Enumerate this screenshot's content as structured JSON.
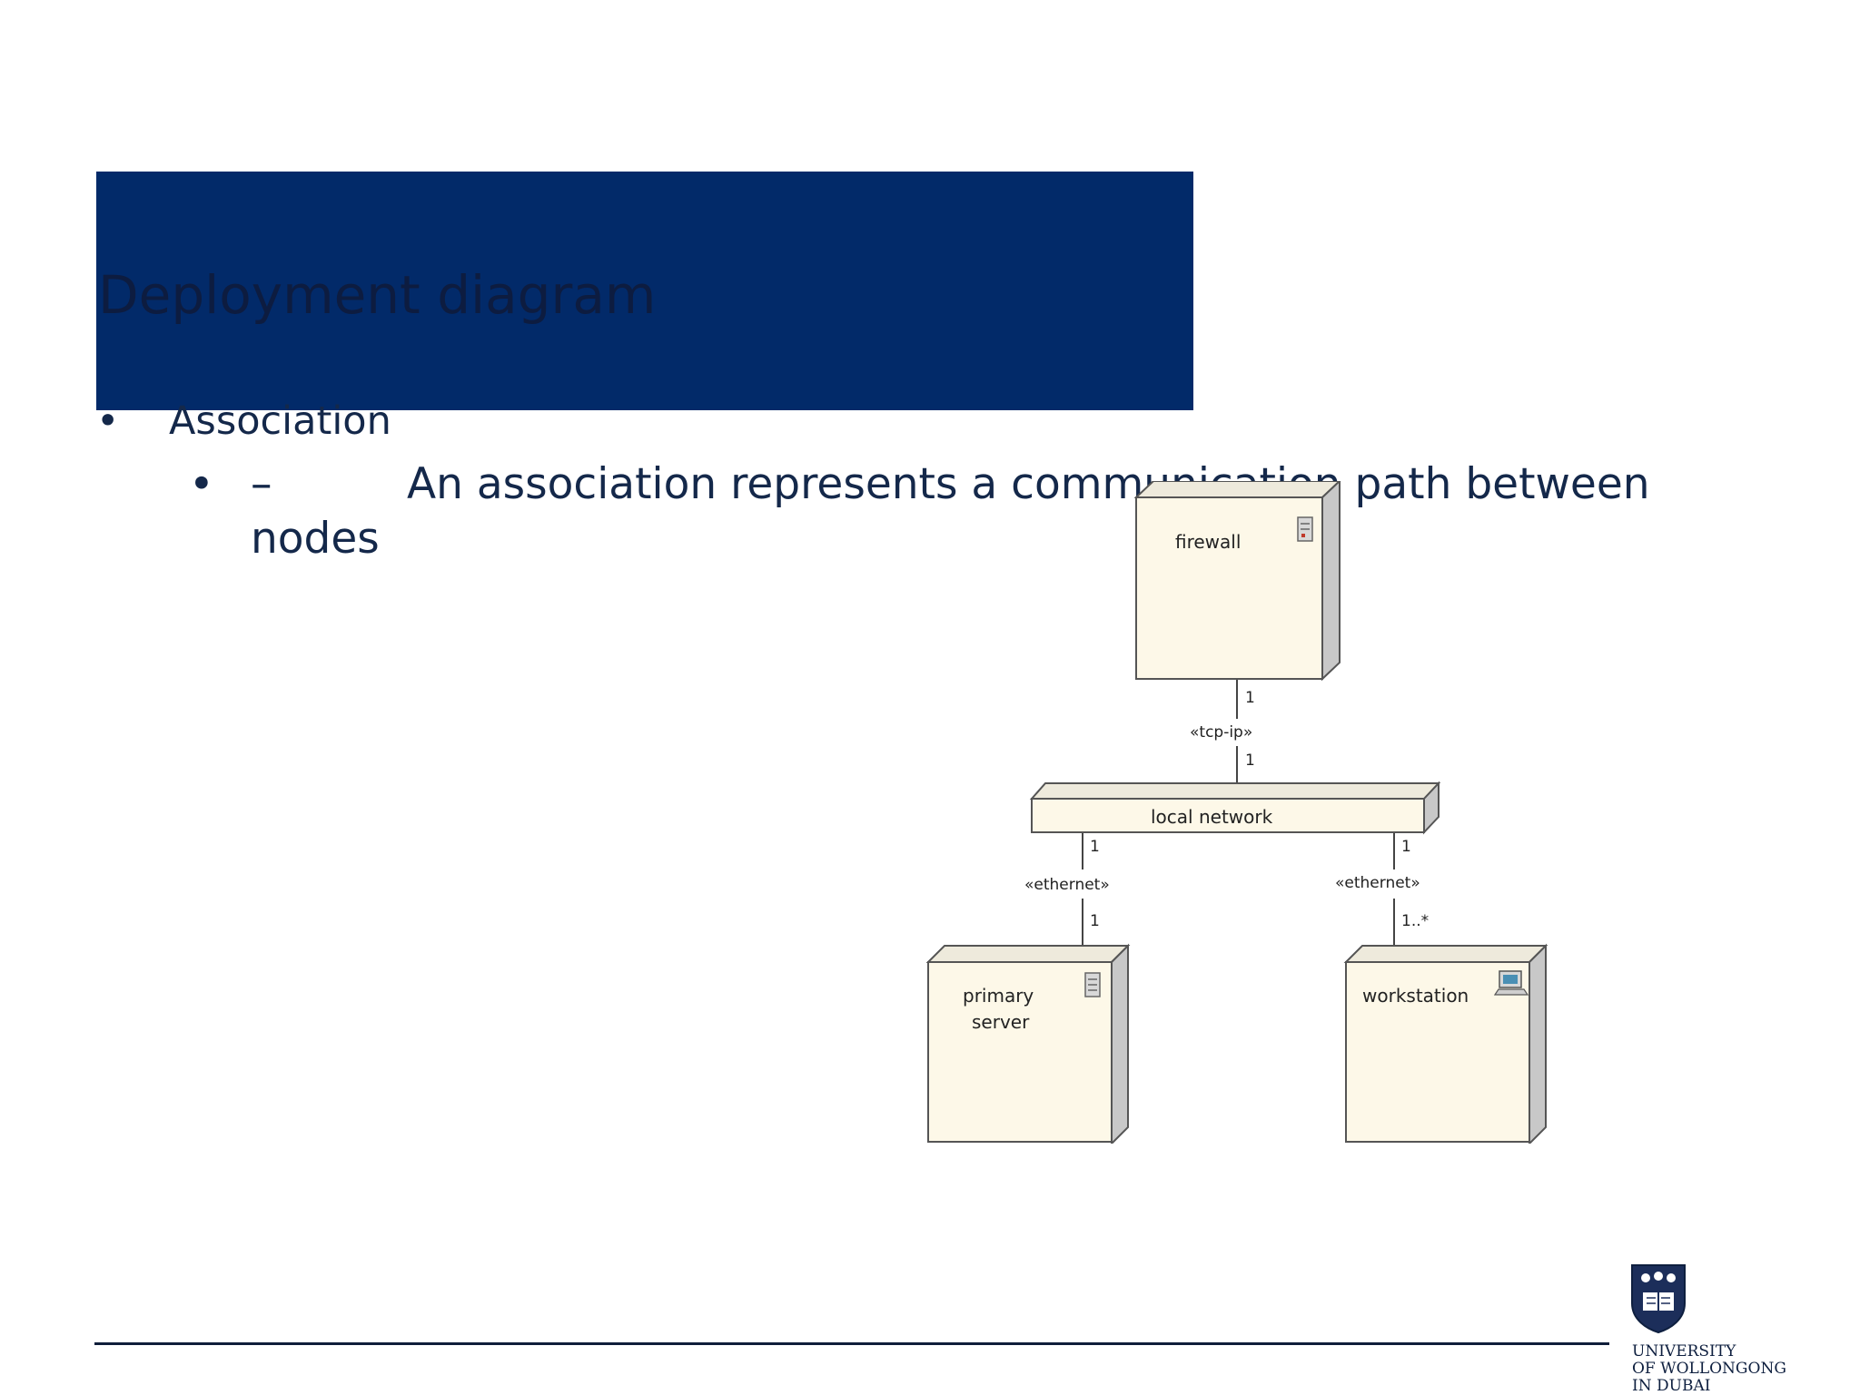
{
  "slide": {
    "title": "Deployment diagram",
    "bullet1": {
      "marker": "•",
      "text": "Association"
    },
    "bullet2": {
      "marker": "•",
      "dash": "–",
      "line1": "An association represents a communication path between",
      "line2": "nodes"
    }
  },
  "diagram": {
    "nodes": {
      "firewall": {
        "label": "firewall",
        "icon": "server-icon"
      },
      "local_network": {
        "label": "local network"
      },
      "primary_server": {
        "label_line1": "primary",
        "label_line2": "server",
        "icon": "server-icon"
      },
      "workstation": {
        "label": "workstation",
        "icon": "computer-icon"
      }
    },
    "associations": {
      "firewall_network": {
        "stereotype": "«tcp-ip»",
        "top_multiplicity": "1",
        "bottom_multiplicity": "1"
      },
      "network_server": {
        "stereotype": "«ethernet»",
        "top_multiplicity": "1",
        "bottom_multiplicity": "1"
      },
      "network_workstation": {
        "stereotype": "«ethernet»",
        "top_multiplicity": "1",
        "bottom_multiplicity": "1..*"
      }
    }
  },
  "footer": {
    "logo_lines": [
      "UNIVERSITY",
      "OF WOLLONGONG",
      "IN DUBAI"
    ],
    "logo_icon": "university-crest-icon"
  },
  "colors": {
    "title_bar": "#022a69",
    "text": "#14284a",
    "node_fill": "#fdf8e8",
    "node_side": "#c8c8c8"
  }
}
